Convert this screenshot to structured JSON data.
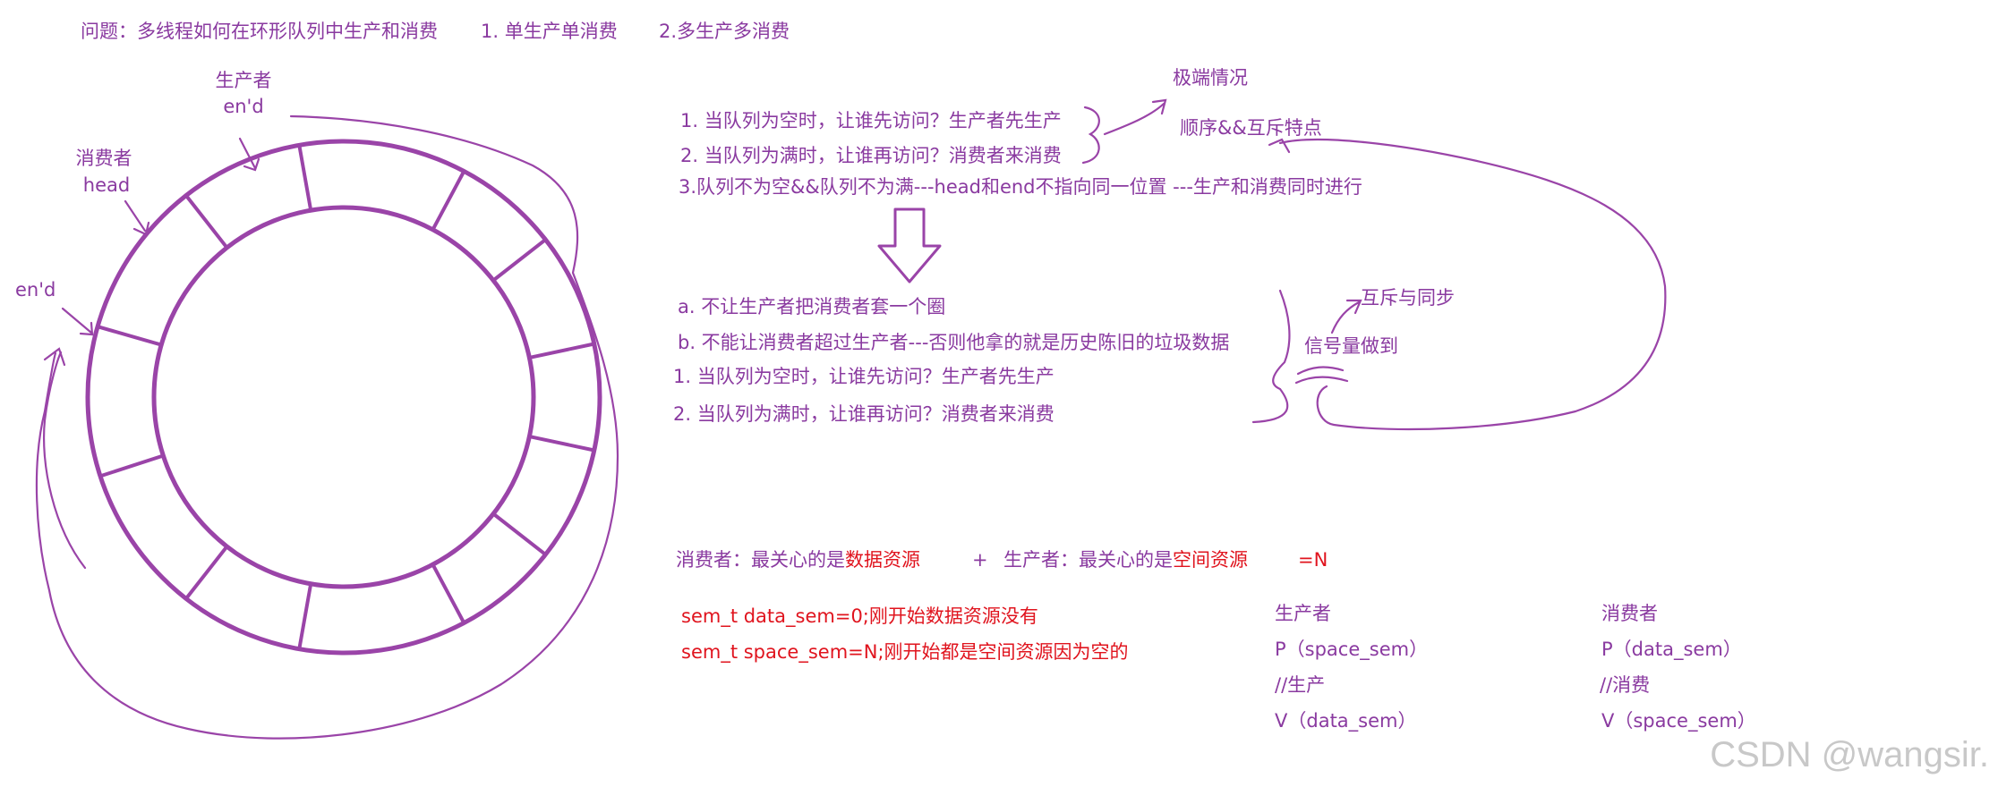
{
  "colors": {
    "purple": "#8a3aa0",
    "red": "#e0141e",
    "watermark": "#c8c8c8",
    "ring": "#9a44a8"
  },
  "header": {
    "question": "问题：多线程如何在环形队列中生产和消费",
    "case1": "1. 单生产单消费",
    "case2": "2.多生产多消费"
  },
  "ring": {
    "producer_label": "生产者",
    "producer_ptr": "en'd",
    "consumer_label": "消费者",
    "consumer_ptr": "head",
    "left_ptr": "en'd"
  },
  "rules": {
    "r1": "1. 当队列为空时，让谁先访问？生产者先生产",
    "r2": "2. 当队列为满时，让谁再访问？消费者来消费",
    "r3": "3.队列不为空&&队列不为满---head和end不指向同一位置 ---生产和消费同时进行",
    "extreme": "极端情况",
    "order": "顺序&&互斥特点"
  },
  "constraints": {
    "a": "a. 不让生产者把消费者套一个圈",
    "b": "b. 不能让消费者超过生产者---否则他拿的就是历史陈旧的垃圾数据",
    "c1": "1. 当队列为空时，让谁先访问？生产者先生产",
    "c2": "2. 当队列为满时，让谁再访问？消费者来消费",
    "semaphore": "信号量做到",
    "mutex_sync": "互斥与同步"
  },
  "concern": {
    "consumer_prefix": "消费者：最关心的是",
    "consumer_res": "数据资源",
    "plus": "+",
    "producer_prefix": "生产者：最关心的是",
    "producer_res": "空间资源",
    "eq": "=N"
  },
  "code": {
    "line1": "sem_t data_sem=0;刚开始数据资源没有",
    "line2": "sem_t space_sem=N;刚开始都是空间资源因为空的"
  },
  "producer_col": {
    "title": "生产者",
    "p": "P（space_sem）",
    "comment": "//生产",
    "v": "V（data_sem）"
  },
  "consumer_col": {
    "title": "消费者",
    "p": "P（data_sem）",
    "comment": "//消费",
    "v": "V（space_sem）"
  },
  "watermark": "CSDN @wangsir."
}
